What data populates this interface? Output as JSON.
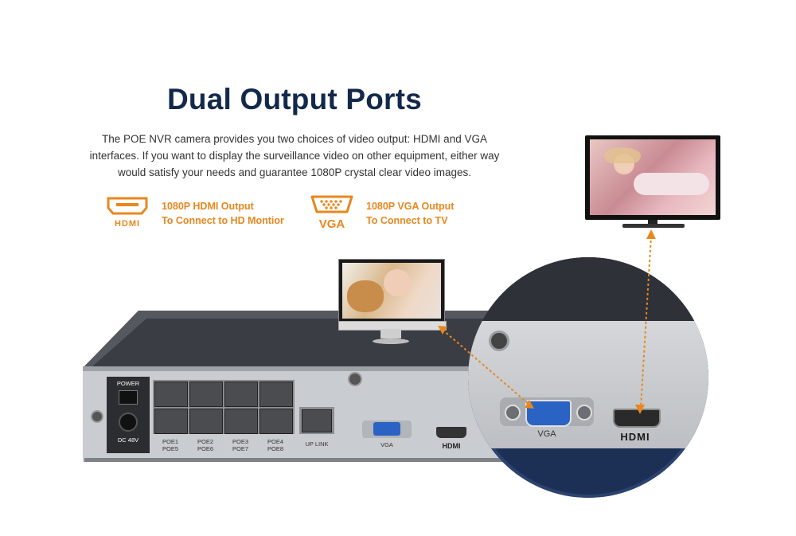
{
  "heading": "Dual Output Ports",
  "description": "The POE NVR camera provides you two choices of video output: HDMI and VGA interfaces. If you want to display the surveillance video on other equipment, either way would satisfy your needs and guarantee 1080P crystal clear video images.",
  "features": {
    "hdmi": {
      "badge": "HDMI",
      "line1": "1080P HDMI Output",
      "line2": "To Connect to HD Montior"
    },
    "vga": {
      "badge": "VGA",
      "line1": "1080P VGA Output",
      "line2": "To Connect to TV"
    }
  },
  "nvr_panel": {
    "power_label": "POWER",
    "dc_label": "DC 48V",
    "poe_labels": [
      {
        "top": "POE1",
        "bottom": "POE5"
      },
      {
        "top": "POE2",
        "bottom": "POE6"
      },
      {
        "top": "POE3",
        "bottom": "POE7"
      },
      {
        "top": "POE4",
        "bottom": "POE8"
      }
    ],
    "uplink_label": "UP LINK",
    "vga_label": "VGA",
    "hdmi_label": "HDMI"
  },
  "zoom": {
    "vga_label": "VGA",
    "hdmi_label": "HDMI"
  },
  "colors": {
    "navy": "#13294b",
    "orange": "#e8871e",
    "vga_blue": "#2a63c4"
  }
}
